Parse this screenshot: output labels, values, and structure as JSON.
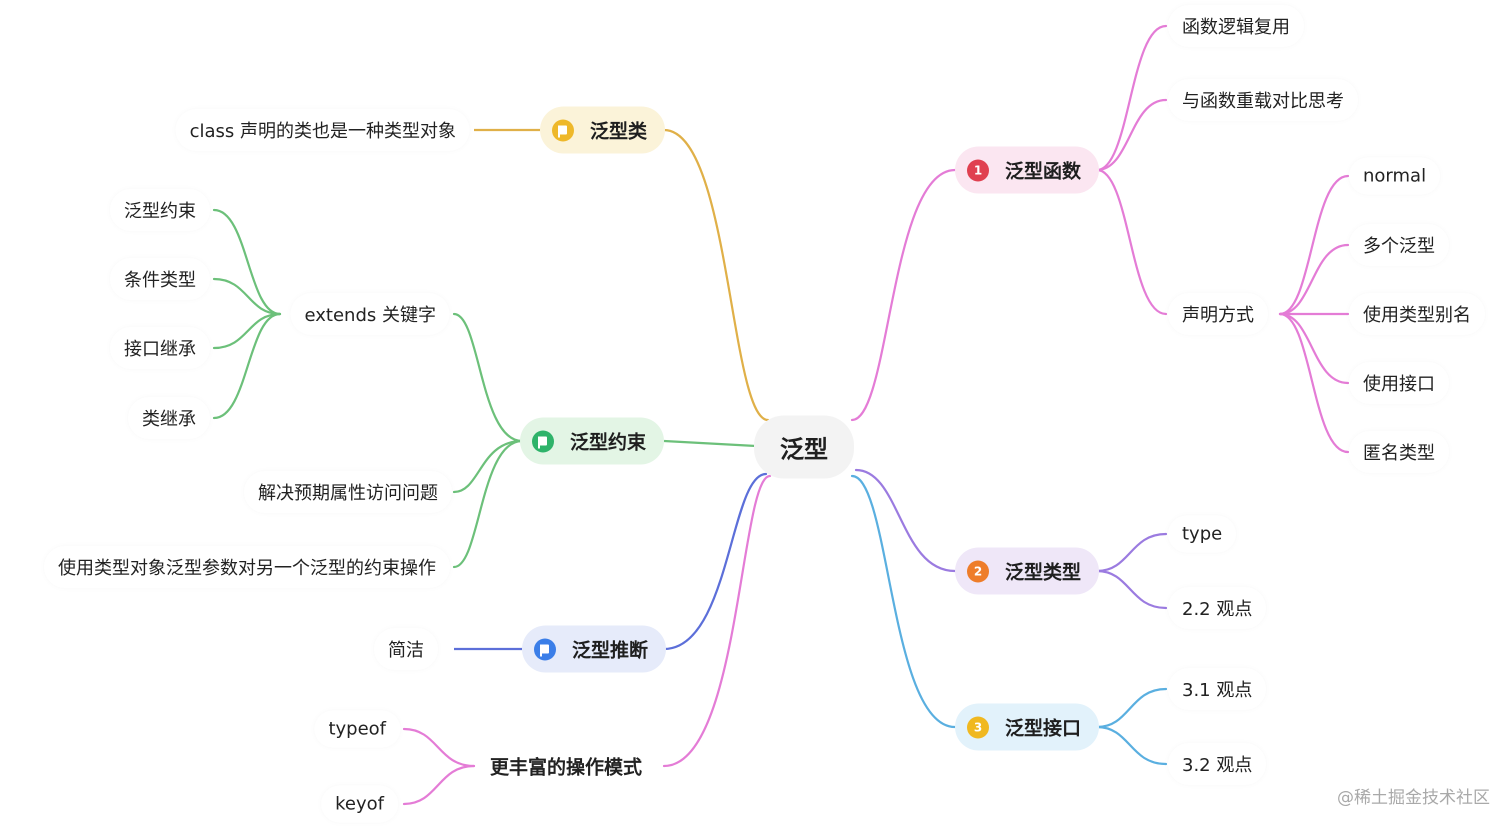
{
  "root": {
    "label": "泛型"
  },
  "colors": {
    "gold": "#e0b048",
    "green": "#6cc07a",
    "blue": "#5c6fd9",
    "pink": "#e47cd6",
    "purple": "#9b7be0",
    "sky": "#5aafe0",
    "red_badge": "#e04050",
    "orange_badge": "#ee7d2a",
    "yellow_badge": "#f0b820"
  },
  "left": {
    "class_branch": {
      "label": "泛型类",
      "icon": "yellow-flag-icon",
      "children": [
        "class 声明的类也是一种类型对象"
      ]
    },
    "constraint_branch": {
      "label": "泛型约束",
      "icon": "green-flag-icon",
      "extends": {
        "label": "extends 关键字",
        "children": [
          "泛型约束",
          "条件类型",
          "接口继承",
          "类继承"
        ]
      },
      "children": [
        "解决预期属性访问问题",
        "使用类型对象泛型参数对另一个泛型的约束操作"
      ]
    },
    "inference_branch": {
      "label": "泛型推断",
      "icon": "blue-flag-icon",
      "children": [
        "简洁"
      ]
    },
    "ops_branch": {
      "label": "更丰富的操作模式",
      "children": [
        "typeof",
        "keyof"
      ]
    }
  },
  "right": {
    "function_branch": {
      "label": "泛型函数",
      "badge": "1",
      "children": [
        "函数逻辑复用",
        "与函数重载对比思考"
      ],
      "declaration": {
        "label": "声明方式",
        "children": [
          "normal",
          "多个泛型",
          "使用类型别名",
          "使用接口",
          "匿名类型"
        ]
      }
    },
    "type_branch": {
      "label": "泛型类型",
      "badge": "2",
      "children": [
        "type",
        "2.2 观点"
      ]
    },
    "interface_branch": {
      "label": "泛型接口",
      "badge": "3",
      "children": [
        "3.1 观点",
        "3.2 观点"
      ]
    }
  },
  "watermark": "@稀土掘金技术社区"
}
